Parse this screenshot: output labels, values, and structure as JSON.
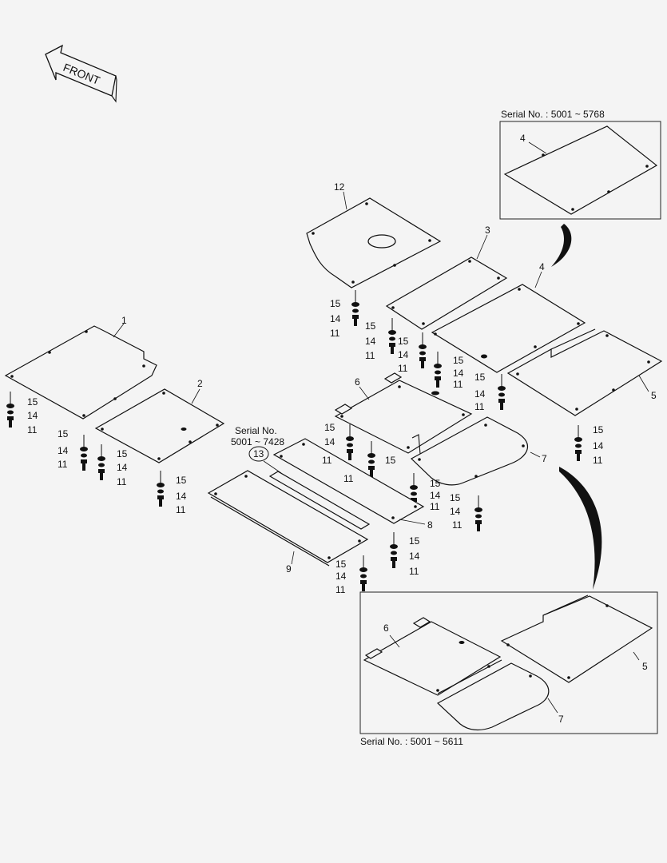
{
  "front_label": "FRONT",
  "callouts": {
    "c1": "1",
    "c2": "2",
    "c3": "3",
    "c4": "4",
    "c4b": "4",
    "c5": "5",
    "c5b": "5",
    "c6": "6",
    "c6b": "6",
    "c7": "7",
    "c7b": "7",
    "c8": "8",
    "c9": "9",
    "c12": "12",
    "c13": "13"
  },
  "hardware": {
    "washer": "15",
    "lock": "14",
    "bolt": "11"
  },
  "serial_notes": {
    "top_box": "Serial No. : 5001 ~ 5768",
    "bottom_box": "Serial No. : 5001 ~ 5611",
    "part13_line1": "Serial No.",
    "part13_line2": "5001 ~ 7428"
  },
  "colors": {
    "line": "#111111",
    "background": "#f4f4f4"
  }
}
